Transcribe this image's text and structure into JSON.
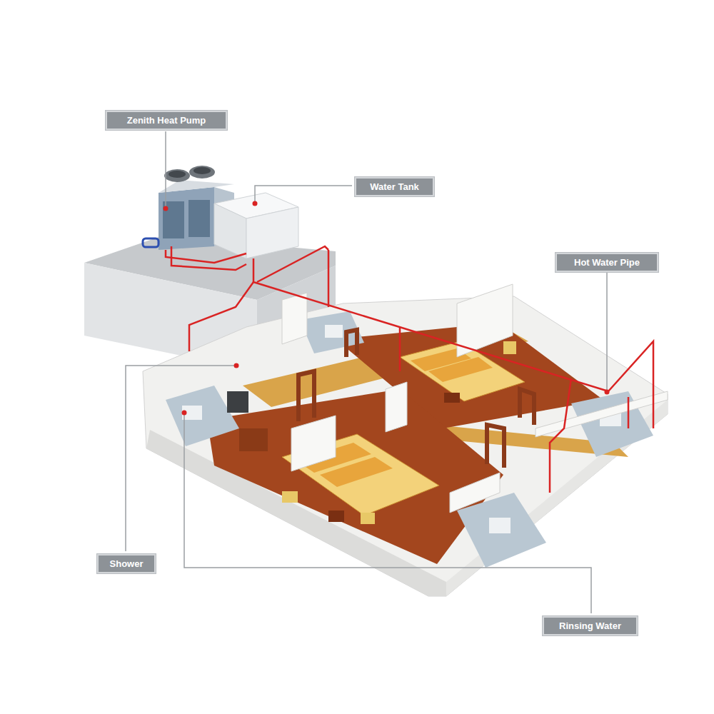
{
  "diagram": {
    "nodes": [
      {
        "text": [
          "Zenith Heat Pump"
        ]
      },
      {
        "text": [
          "Water Tank"
        ]
      },
      {
        "text": [
          "Hot Water Pipe"
        ]
      },
      {
        "text": [
          "Shower"
        ]
      },
      {
        "text": [
          "Rinsing Water"
        ]
      }
    ]
  }
}
